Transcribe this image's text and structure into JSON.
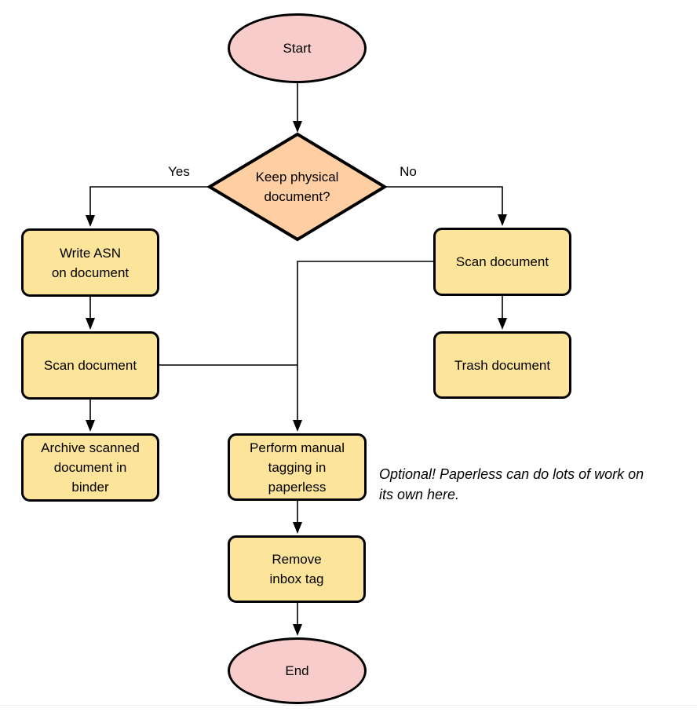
{
  "colors": {
    "terminal_fill": "#F8CCCB",
    "decision_fill": "#FFCFA3",
    "process_fill": "#FCE49B",
    "stroke": "#000000",
    "background": "#FFFFFF"
  },
  "nodes": {
    "start": {
      "type": "terminal",
      "label": "Start"
    },
    "decision": {
      "type": "decision",
      "label": "Keep physical\ndocument?"
    },
    "write_asn": {
      "type": "process",
      "label": "Write ASN\non document"
    },
    "scan_left": {
      "type": "process",
      "label": "Scan document"
    },
    "archive": {
      "type": "process",
      "label": "Archive scanned\ndocument in\nbinder"
    },
    "scan_right": {
      "type": "process",
      "label": "Scan document"
    },
    "trash": {
      "type": "process",
      "label": "Trash document"
    },
    "tagging": {
      "type": "process",
      "label": "Perform manual\ntagging in\npaperless"
    },
    "remove_inbox": {
      "type": "process",
      "label": "Remove\ninbox tag"
    },
    "end": {
      "type": "terminal",
      "label": "End"
    }
  },
  "edge_labels": {
    "yes": "Yes",
    "no": "No"
  },
  "note": {
    "text": "Optional! Paperless can do lots of work on\nits own here."
  },
  "edges": [
    {
      "from": "start",
      "to": "decision",
      "label": ""
    },
    {
      "from": "decision",
      "to": "write_asn",
      "label": "Yes"
    },
    {
      "from": "decision",
      "to": "scan_right",
      "label": "No"
    },
    {
      "from": "write_asn",
      "to": "scan_left",
      "label": ""
    },
    {
      "from": "scan_left",
      "to": "archive",
      "label": ""
    },
    {
      "from": "scan_left",
      "to": "tagging",
      "label": ""
    },
    {
      "from": "scan_right",
      "to": "trash",
      "label": ""
    },
    {
      "from": "scan_right",
      "to": "tagging",
      "label": ""
    },
    {
      "from": "tagging",
      "to": "remove_inbox",
      "label": ""
    },
    {
      "from": "remove_inbox",
      "to": "end",
      "label": ""
    }
  ]
}
